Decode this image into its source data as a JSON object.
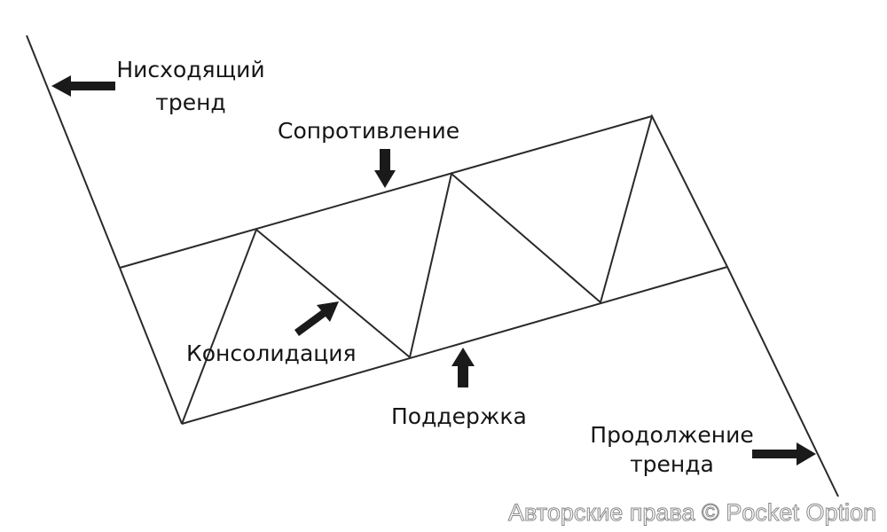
{
  "labels": {
    "downtrend_line1": "Нисходящий",
    "downtrend_line2": "тренд",
    "resistance": "Сопротивление",
    "consolidation": "Консолидация",
    "support": "Поддержка",
    "continuation_line1": "Продолжение",
    "continuation_line2": "тренда"
  },
  "watermark": "Авторские права © Pocket Option",
  "colors": {
    "line": "#2a2a2a",
    "arrow": "#1a1a1a",
    "watermark": "#888888"
  }
}
